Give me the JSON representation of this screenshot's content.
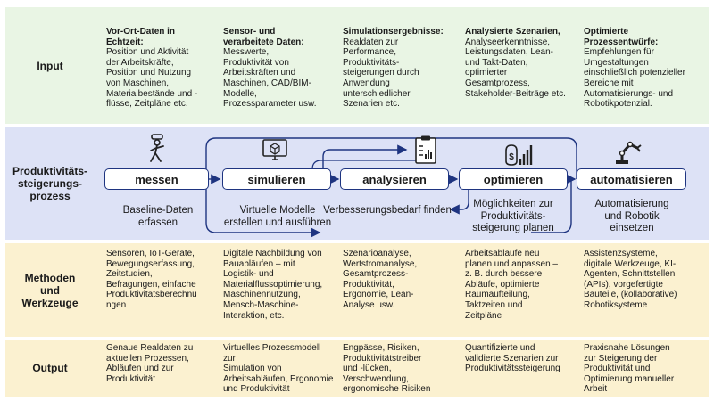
{
  "rows": {
    "input": "Input",
    "process": "Produktivitäts-\nsteigerungs-\nprozess",
    "methods": "Methoden\nund\nWerkzeuge",
    "output": "Output"
  },
  "input": [
    {
      "title": "Vor-Ort-Daten in\nEchtzeit:",
      "body": "Position und Aktivität\nder Arbeitskräfte,\nPosition und Nutzung\nvon Maschinen,\nMaterialbestände und -\nflüsse, Zeitpläne etc."
    },
    {
      "title": "Sensor- und\nverarbeitete Daten:",
      "body": "Messwerte,\nProduktivität von\nArbeitskräften und\nMaschinen, CAD/BIM-\nModelle,\nProzessparameter usw."
    },
    {
      "title": "Simulationsergebnisse:",
      "body": "Realdaten zur\nPerformance,\nProduktivitäts-\nsteigerungen durch\nAnwendung\nunterschiedlicher\nSzenarien etc."
    },
    {
      "title": "Analysierte Szenarien,",
      "body": "Analyseerkenntnisse,\nLeistungsdaten, Lean-\nund Takt-Daten,\noptimierter\nGesamtprozess,\nStakeholder-Beiträge etc."
    },
    {
      "title": "Optimierte\nProzessentwürfe:",
      "body": "Empfehlungen für\nUmgestaltungen\neinschließlich potenzieller\nBereiche mit\nAutomatisierungs- und\nRobotikpotenzial."
    }
  ],
  "stages": [
    "messen",
    "simulieren",
    "analysieren",
    "optimieren",
    "automatisieren"
  ],
  "stage_icons": [
    "walking-worker-icon",
    "monitor-cube-icon",
    "clipboard-chart-icon",
    "money-growth-icon",
    "robot-arm-icon"
  ],
  "process_captions": [
    "Baseline-Daten\nerfassen",
    "Virtuelle Modelle\nerstellen und ausführen",
    "Verbesserungsbedarf finden",
    "Möglichkeiten zur\nProduktivitäts-\nsteigerung planen",
    "Automatisierung\nund Robotik\neinsetzen"
  ],
  "methods": [
    "Sensoren, IoT-Geräte,\nBewegungserfassung,\nZeitstudien,\nBefragungen, einfache\nProduktivitätsberechnu\nngen",
    "Digitale Nachbildung von\nBauabläufen – mit\nLogistik- und\nMaterialflussoptimierung,\nMaschinennutzung,\nMensch-Maschine-\nInteraktion, etc.",
    "Szenarioanalyse,\nWertstromanalyse,\nGesamtprozess-\nProduktivität,\nErgonomie, Lean-\nAnalyse usw.",
    "Arbeitsabläufe neu\nplanen und anpassen –\nz. B. durch bessere\nAbläufe, optimierte\nRaumaufteilung,\nTaktzeiten und\nZeitpläne",
    "Assistenzsysteme,\ndigitale Werkzeuge, KI-\nAgenten, Schnittstellen\n(APIs), vorgefertigte\nBauteile, (kollaborative)\nRobotiksysteme"
  ],
  "output": [
    "Genaue Realdaten zu\naktuellen Prozessen,\nAbläufen und zur\nProduktivität",
    "Virtuelles Prozessmodell zur\nSimulation von\nArbeitsabläufen, Ergonomie\nund Produktivität",
    "Engpässe, Risiken,\nProduktivitätstreiber\nund -lücken,\nVerschwendung,\nergonomische Risiken",
    "Quantifizierte und\nvalidierte Szenarien zur\nProduktivitätssteigerung",
    "Praxisnahe Lösungen\nzur Steigerung der\nProduktivität und\nOptimierung manueller\nArbeit"
  ],
  "colors": {
    "input_band": "#e9f5e4",
    "process_band": "#dde2f6",
    "methods_band": "#fbf1d0",
    "accent": "#1e3480"
  }
}
